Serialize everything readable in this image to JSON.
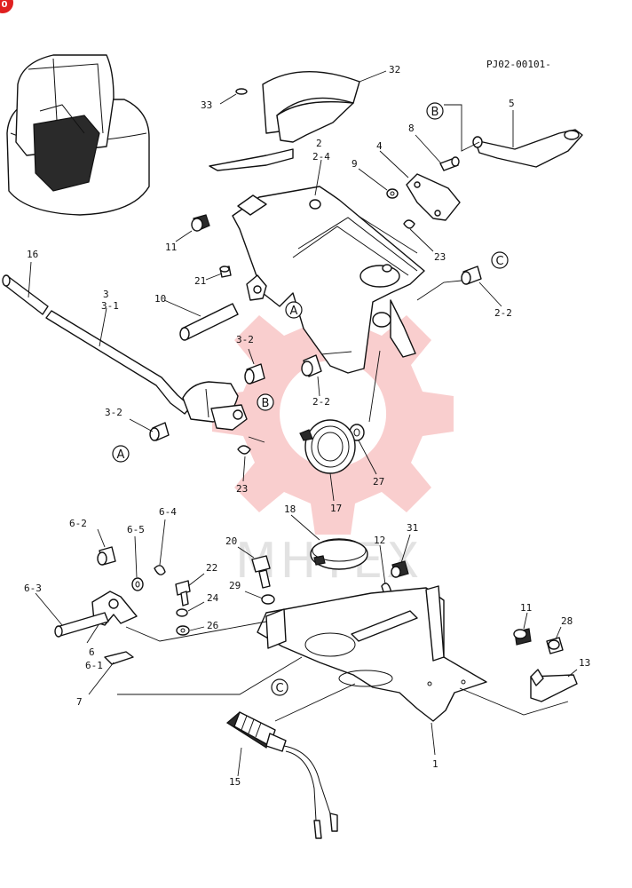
{
  "drawing_code": "PJ02-00101-",
  "corner_badge": "0",
  "watermark": {
    "text": "MHTEX"
  },
  "reference_markers": [
    "A",
    "B",
    "C"
  ],
  "part_labels": {
    "p32": "32",
    "p33": "33",
    "p2": "2",
    "p2_4": "2-4",
    "p5": "5",
    "p8": "8",
    "p4": "4",
    "p9": "9",
    "p23a": "23",
    "p11a": "11",
    "p16": "16",
    "p3": "3",
    "p3_1": "3-1",
    "p21": "21",
    "p10": "10",
    "p2_2a": "2-2",
    "p3_2a": "3-2",
    "p2_2b": "2-2",
    "p3_2b": "3-2",
    "p23b": "23",
    "p27": "27",
    "p17": "17",
    "p18": "18",
    "p6_2": "6-2",
    "p6_5": "6-5",
    "p6_4": "6-4",
    "p20": "20",
    "p12": "12",
    "p31": "31",
    "p22": "22",
    "p6_3": "6-3",
    "p29": "29",
    "p24": "24",
    "p26": "26",
    "p6": "6",
    "p6_1": "6-1",
    "p7": "7",
    "p11b": "11",
    "p28": "28",
    "p13": "13",
    "p15": "15",
    "p1": "1"
  }
}
